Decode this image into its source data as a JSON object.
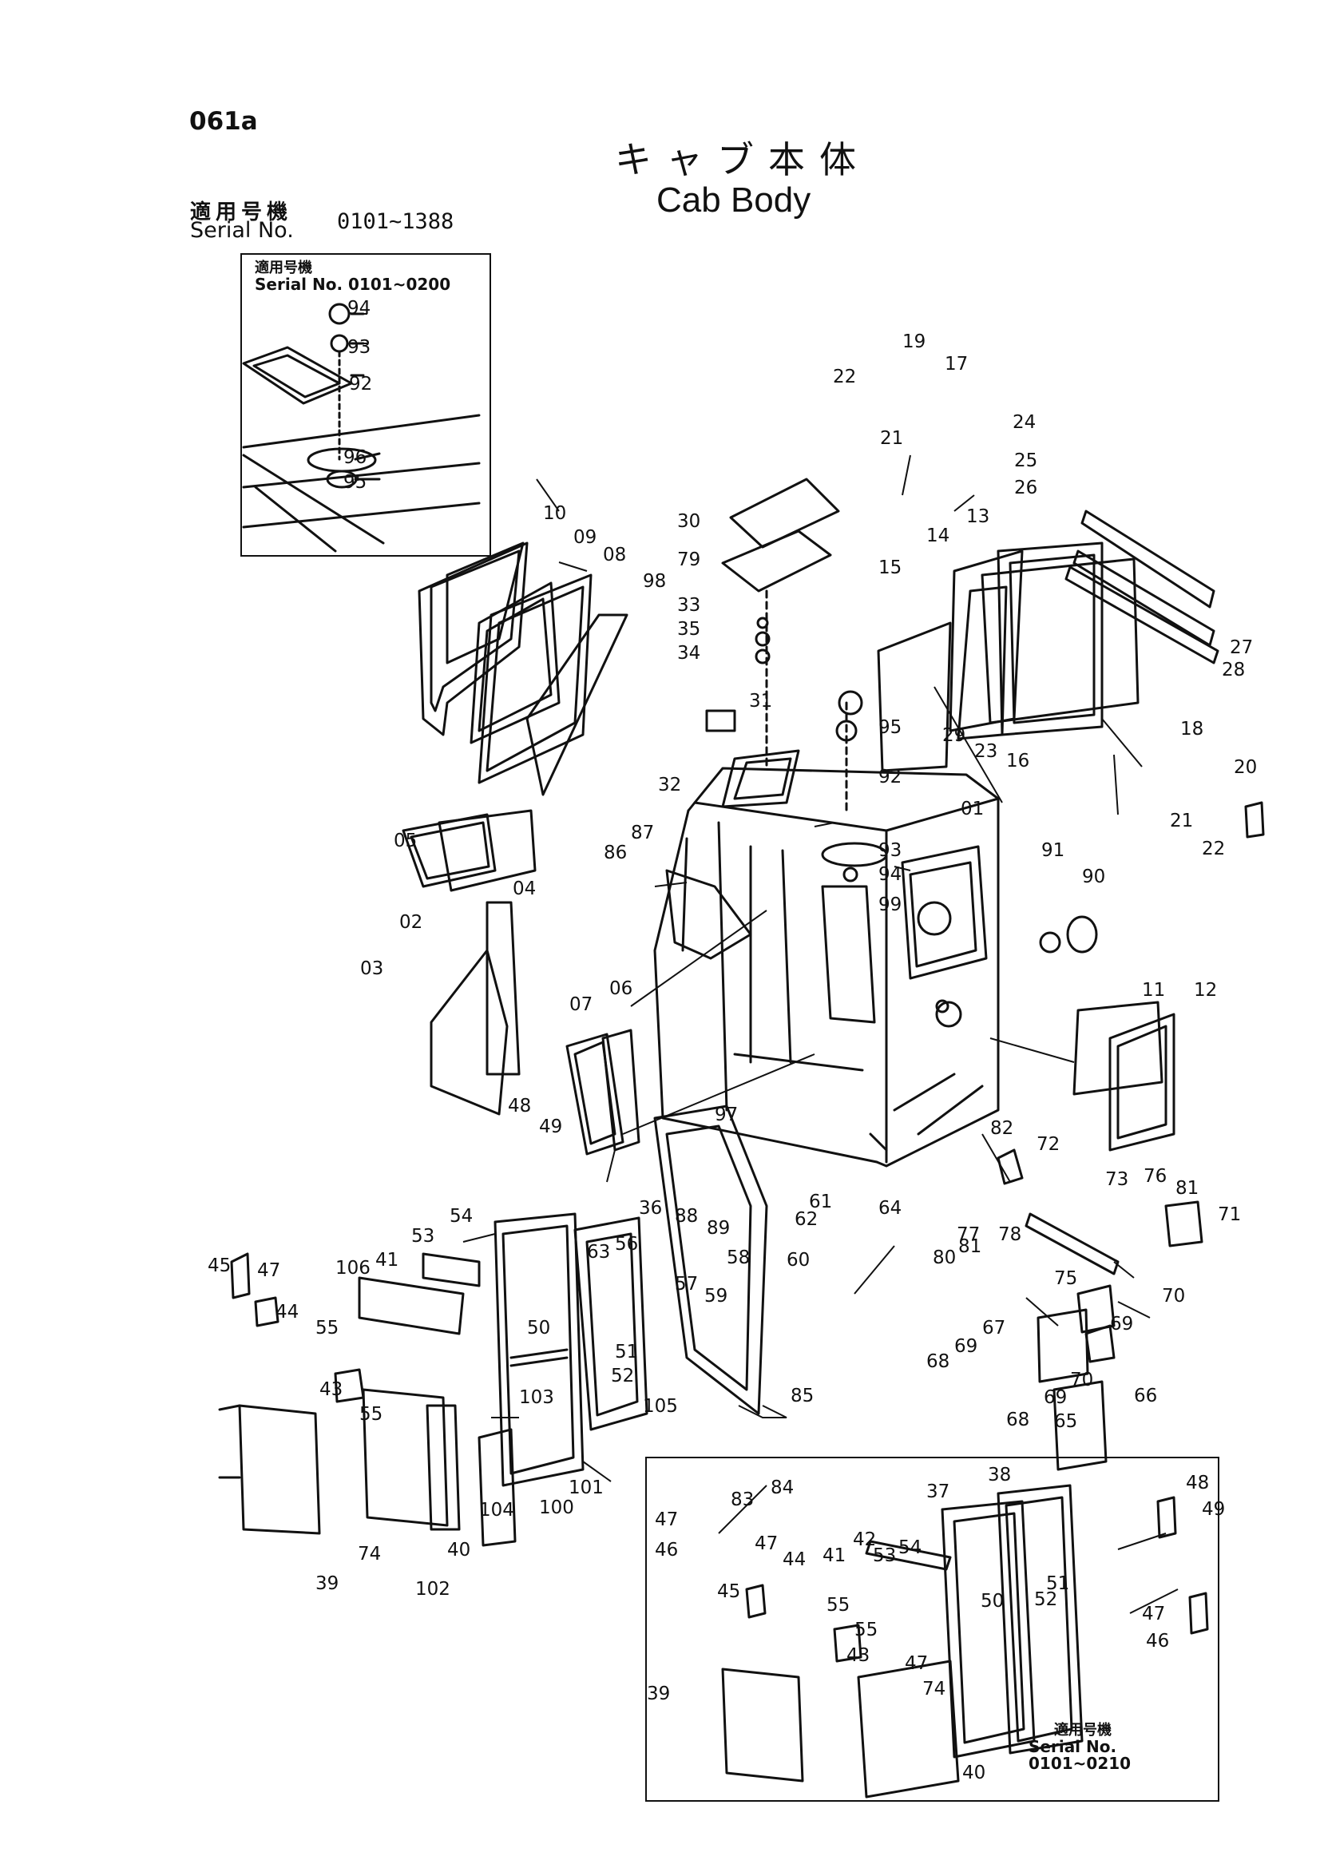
{
  "page_code": "061a",
  "title": {
    "japanese": "キャブ本体",
    "english": "Cab Body"
  },
  "serial_block": {
    "label_jp": "適用号機",
    "label_en": "Serial No.",
    "range": "0101~1388"
  },
  "inset_top": {
    "label_jp": "適用号機",
    "label_en": "Serial No. 0101~0200"
  },
  "inset_bottom": {
    "label_jp": "適用号機",
    "label_en": "Serial No. 0101~0210"
  },
  "part_callouts": [
    "01",
    "02",
    "03",
    "04",
    "05",
    "06",
    "07",
    "08",
    "09",
    "10",
    "11",
    "12",
    "13",
    "14",
    "15",
    "16",
    "17",
    "18",
    "19",
    "20",
    "21",
    "22",
    "23",
    "24",
    "25",
    "26",
    "27",
    "28",
    "29",
    "30",
    "31",
    "32",
    "33",
    "34",
    "35",
    "36",
    "37",
    "38",
    "39",
    "40",
    "41",
    "42",
    "43",
    "44",
    "45",
    "46",
    "47",
    "48",
    "49",
    "50",
    "51",
    "52",
    "53",
    "54",
    "55",
    "56",
    "57",
    "58",
    "59",
    "60",
    "61",
    "62",
    "63",
    "64",
    "65",
    "66",
    "67",
    "68",
    "69",
    "70",
    "71",
    "72",
    "73",
    "74",
    "75",
    "76",
    "77",
    "78",
    "79",
    "80",
    "81",
    "82",
    "83",
    "84",
    "85",
    "86",
    "87",
    "88",
    "89",
    "90",
    "91",
    "92",
    "93",
    "94",
    "95",
    "96",
    "97",
    "98",
    "99",
    "100",
    "101",
    "102",
    "103",
    "104",
    "105",
    "106"
  ]
}
